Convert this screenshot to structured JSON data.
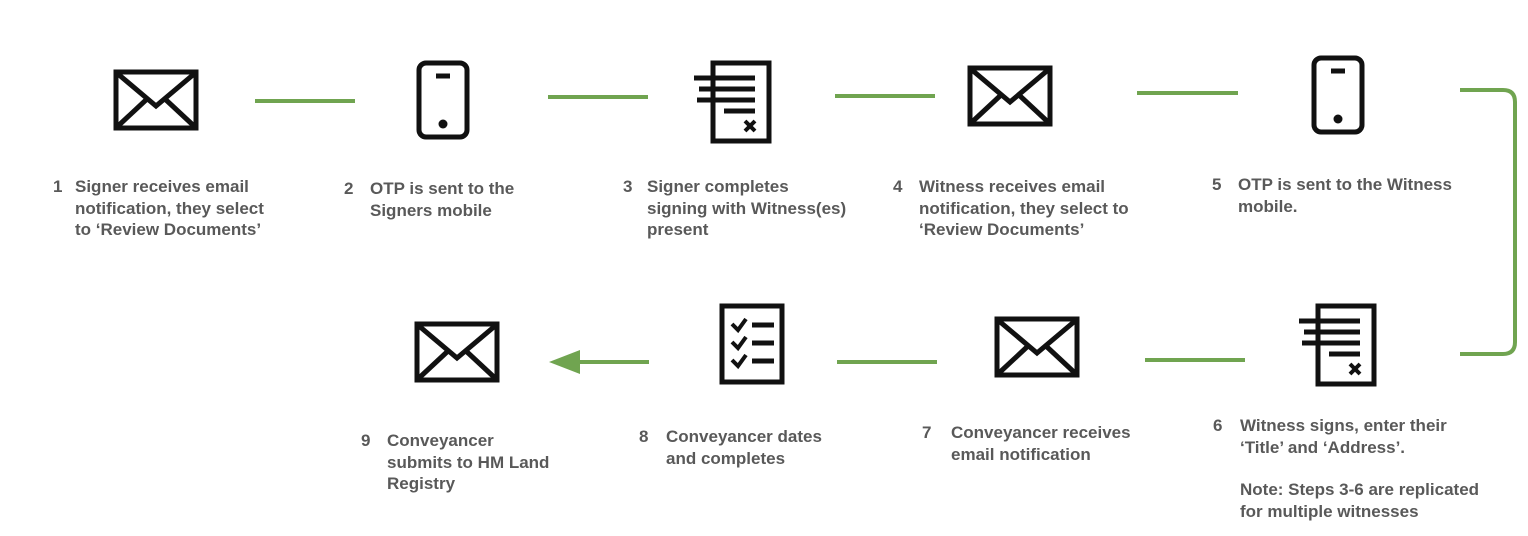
{
  "colors": {
    "connector": "#70a450",
    "icon": "#111111",
    "text": "#595959",
    "background": "#ffffff"
  },
  "steps": [
    {
      "number": "1",
      "icon": "envelope-icon",
      "lines": [
        "Signer receives email",
        "notification, they select",
        "to ‘Review Documents’"
      ]
    },
    {
      "number": "2",
      "icon": "mobile-phone-icon",
      "lines": [
        "OTP is sent to the",
        "Signers mobile"
      ]
    },
    {
      "number": "3",
      "icon": "signed-document-icon",
      "lines": [
        "Signer completes",
        "signing with Witness(es)",
        "present"
      ]
    },
    {
      "number": "4",
      "icon": "envelope-icon",
      "lines": [
        "Witness receives email",
        "notification, they select to",
        "‘Review Documents’"
      ]
    },
    {
      "number": "5",
      "icon": "mobile-phone-icon",
      "lines": [
        "OTP is sent to the Witness",
        "mobile."
      ]
    },
    {
      "number": "6",
      "icon": "signed-document-icon",
      "lines": [
        "Witness signs, enter their",
        "‘Title’ and ‘Address’."
      ],
      "note_lines": [
        "Note: Steps 3-6 are replicated",
        "for multiple witnesses"
      ]
    },
    {
      "number": "7",
      "icon": "envelope-icon",
      "lines": [
        "Conveyancer receives",
        "email notification"
      ]
    },
    {
      "number": "8",
      "icon": "checklist-icon",
      "lines": [
        "Conveyancer dates",
        "and completes"
      ]
    },
    {
      "number": "9",
      "icon": "envelope-icon",
      "lines": [
        "Conveyancer",
        "submits to HM Land",
        "Registry"
      ]
    }
  ]
}
